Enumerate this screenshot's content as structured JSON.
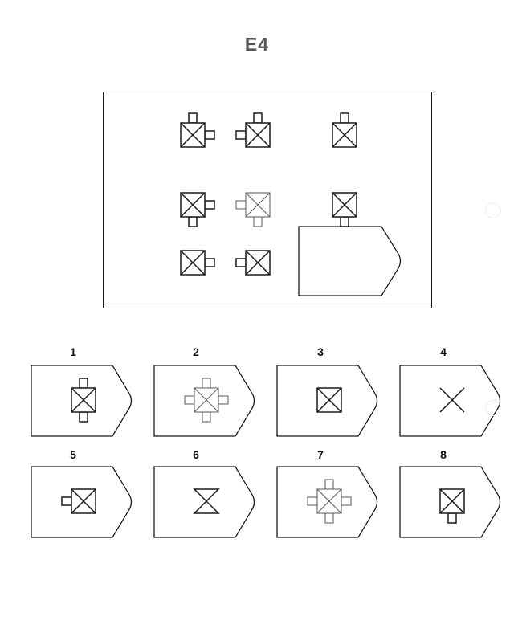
{
  "puzzle": {
    "title": "E4",
    "options": [
      {
        "number": "1"
      },
      {
        "number": "2"
      },
      {
        "number": "3"
      },
      {
        "number": "4"
      },
      {
        "number": "5"
      },
      {
        "number": "6"
      },
      {
        "number": "7"
      },
      {
        "number": "8"
      }
    ]
  },
  "colors": {
    "line": "#1a1a1a",
    "faint_line": "#666666",
    "title": "#555555"
  }
}
